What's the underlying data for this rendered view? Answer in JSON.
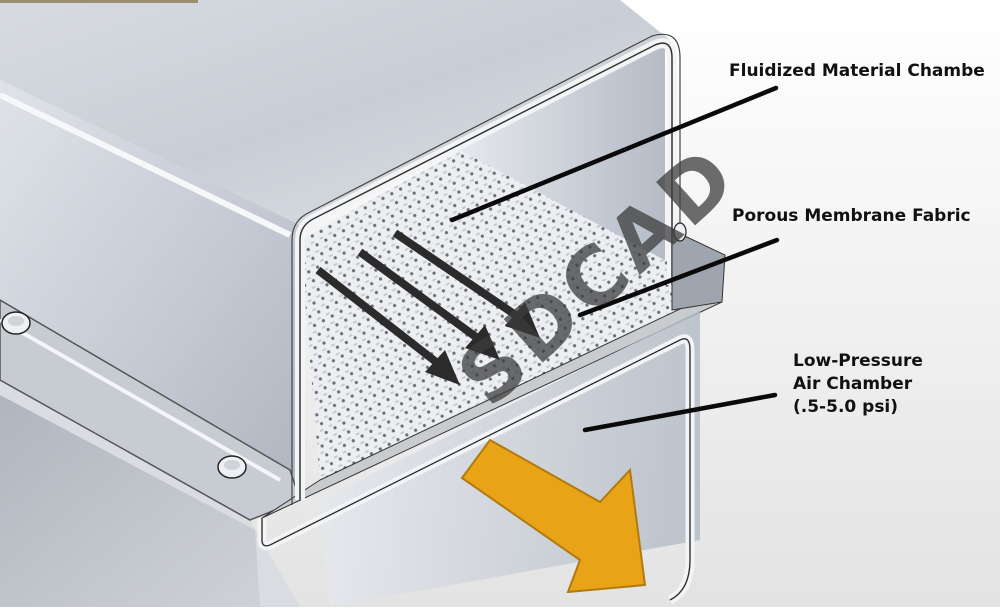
{
  "diagram": {
    "subject": "Air slide / fluidizing conveyor cross-section",
    "labels": {
      "fluidized_chamber": "Fluidized Material Chambe",
      "porous_membrane": "Porous Membrane Fabric",
      "air_chamber_line1": "Low-Pressure",
      "air_chamber_line2": "Air Chamber",
      "air_chamber_line3": "(.5-5.0 psi)"
    },
    "watermark": "SDCAD",
    "colors": {
      "background": "#ffffff",
      "metal_light": "#e6e9ee",
      "metal_mid": "#b9bfc8",
      "metal_dark": "#7c838e",
      "fabric": "#e9eaec",
      "fabric_dots": "#6b6f76",
      "flow_arrows": "#2b2b2b",
      "air_flow_arrow": "#e8a317",
      "air_flow_arrow_outline": "#b07a10",
      "leader_lines": "#0a0a0a",
      "watermark": "rgba(60,60,60,0.75)"
    }
  }
}
